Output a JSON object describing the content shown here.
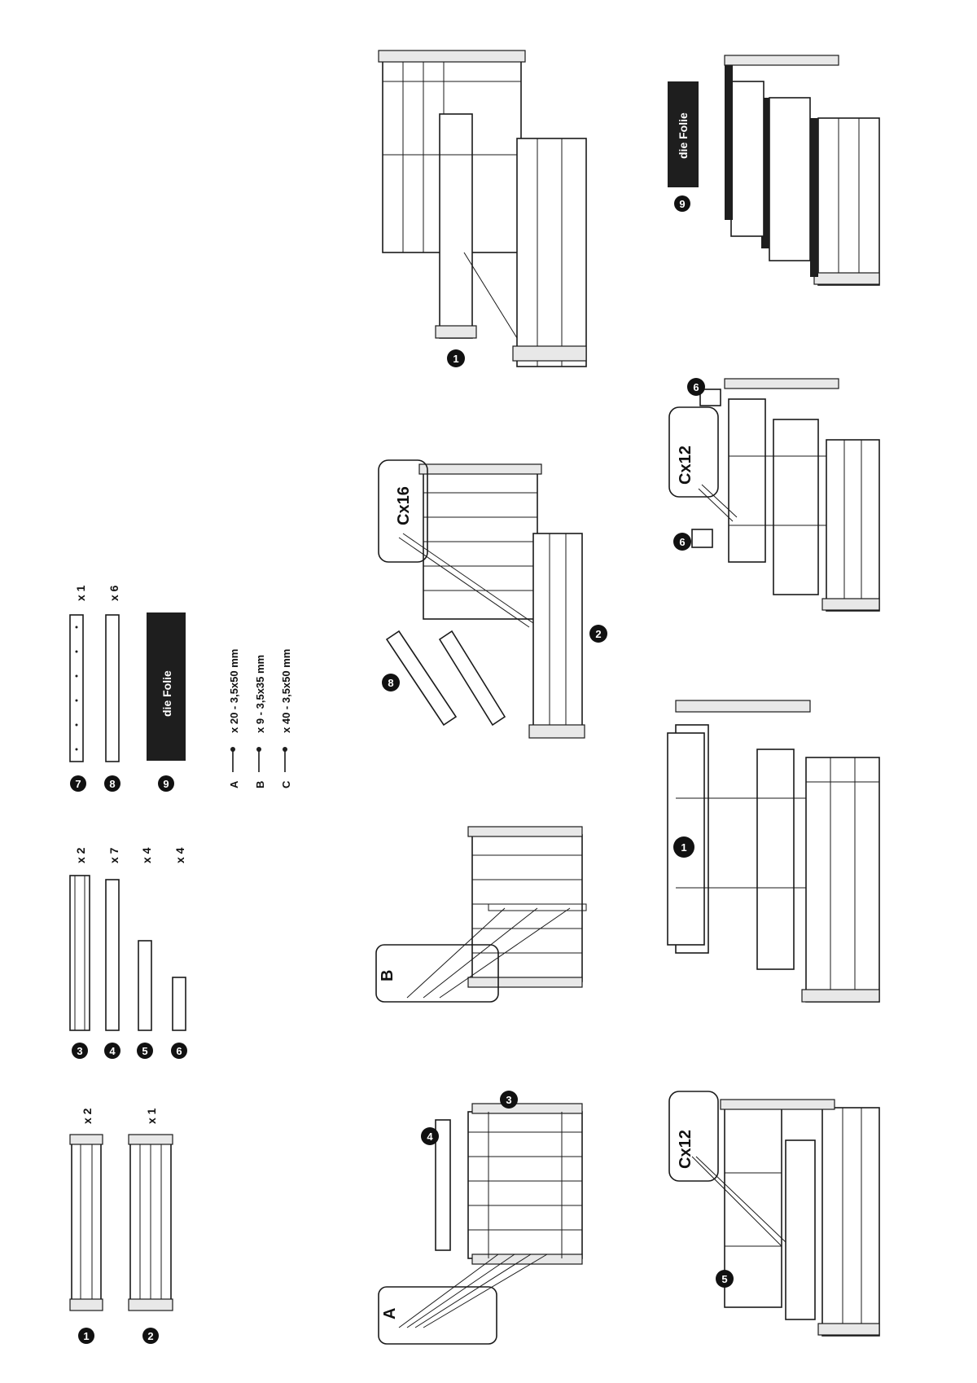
{
  "parts": {
    "p1": {
      "num": "1",
      "qty": "x 2"
    },
    "p2": {
      "num": "2",
      "qty": "x 1"
    },
    "p3": {
      "num": "3",
      "qty": "x 2"
    },
    "p4": {
      "num": "4",
      "qty": "x 7"
    },
    "p5": {
      "num": "5",
      "qty": "x 4"
    },
    "p6": {
      "num": "6",
      "qty": "x 4"
    },
    "p7": {
      "num": "7",
      "qty": "x 1"
    },
    "p8": {
      "num": "8",
      "qty": "x 6"
    },
    "p9": {
      "num": "9",
      "label": "die Folie"
    }
  },
  "screws": {
    "a": {
      "letter": "A",
      "spec": "x 20 - 3,5x50 mm"
    },
    "b": {
      "letter": "B",
      "spec": "x 9   - 3,5x35 mm"
    },
    "c": {
      "letter": "C",
      "spec": "x 40 - 3,5x50 mm"
    }
  },
  "steps": {
    "s1": {
      "callout": "A",
      "part": "3",
      "part2": "4",
      "marks": [
        "2",
        "1",
        "1",
        "2",
        "1",
        "1",
        "2"
      ]
    },
    "s2": {
      "callout": "B",
      "marks": [
        "2",
        "1",
        "1",
        "1",
        "1",
        "1",
        "2"
      ]
    },
    "s3": {
      "callout": "1"
    },
    "s4": {
      "callout": "Cx12",
      "part": "5",
      "marks": [
        "1",
        "2"
      ]
    },
    "s5": {
      "callout": "Cx16",
      "part": "8",
      "part2": "2",
      "marks": [
        "1",
        "1",
        "2"
      ]
    },
    "s6": {
      "callout": "Cx12",
      "part": "6",
      "marks": [
        "2",
        "1"
      ]
    },
    "s7": {
      "part": "1"
    },
    "s8": {
      "part": "9",
      "label": "die Folie"
    }
  },
  "colors": {
    "ink": "#1a1a1a",
    "folie": "#1e1e1e"
  }
}
